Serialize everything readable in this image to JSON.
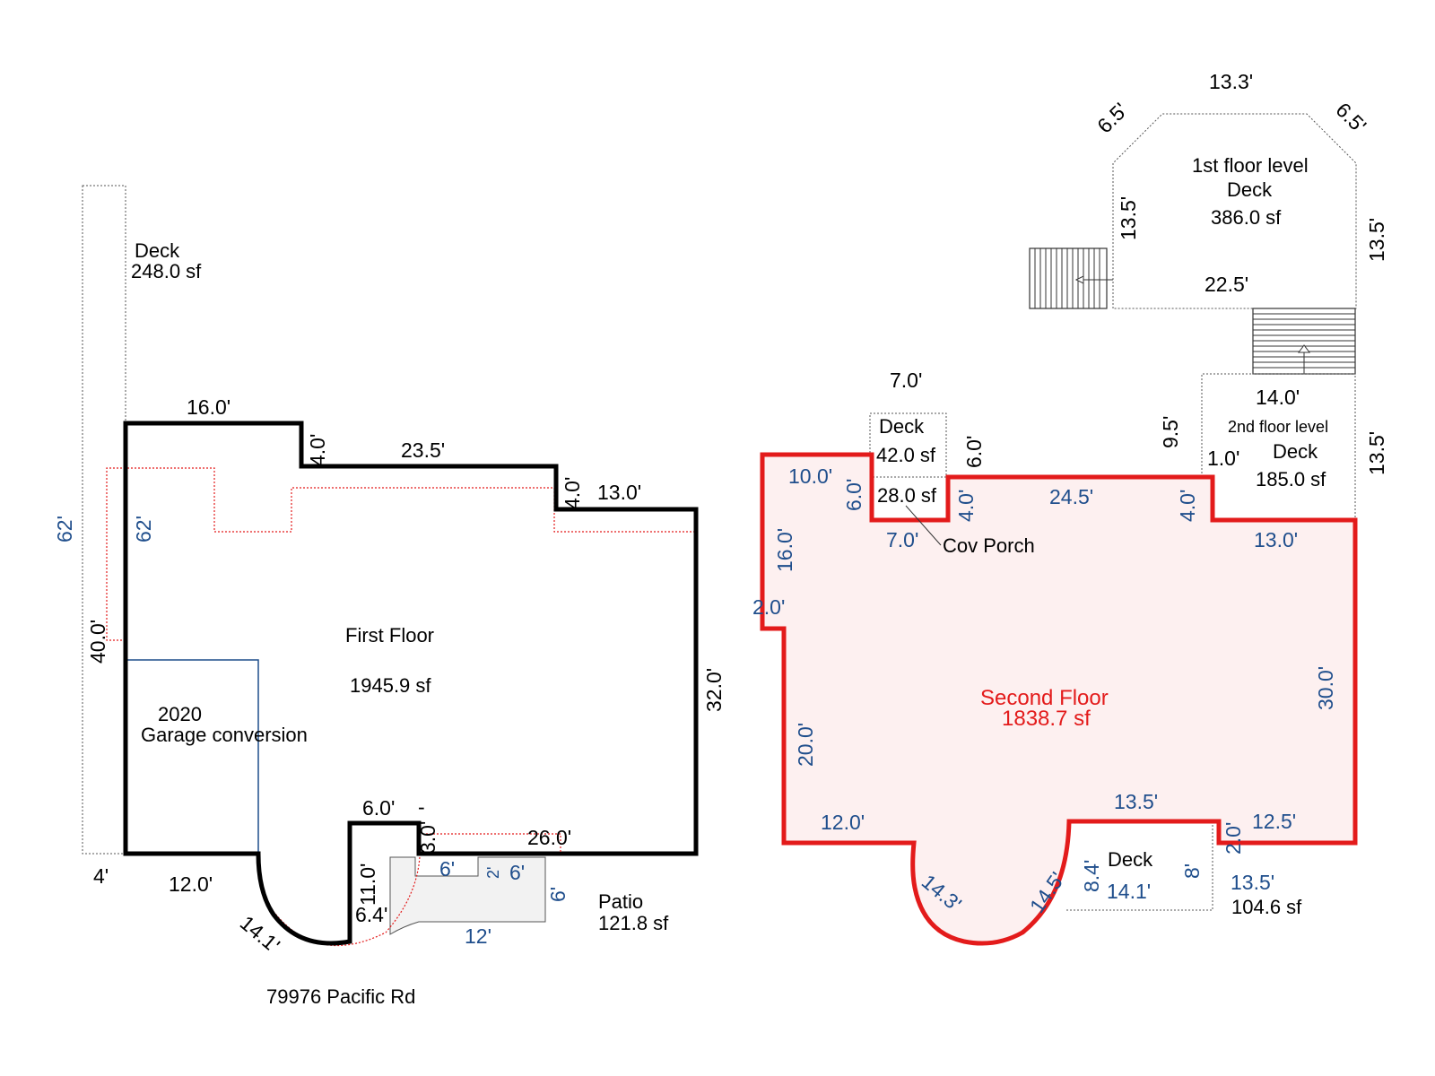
{
  "colors": {
    "first_floor_wall": "#000000",
    "second_floor_wall": "#e31b1b",
    "second_floor_fill": "#fdf0f0",
    "upper_outline": "#e31b1b",
    "blue_dimension": "#1f4e8c",
    "garage_outline": "#1f4e8c",
    "deck_outline": "#555555",
    "patio_fill": "#f2f2f2"
  },
  "address": "79976 Pacific Rd",
  "first_floor": {
    "title": "First Floor",
    "area": "1945.9 sf",
    "deck": {
      "name": "Deck",
      "area": "248.0 sf"
    },
    "garage": {
      "year": "2020",
      "name": "Garage conversion"
    },
    "patio": {
      "name": "Patio",
      "area": "121.8 sf"
    },
    "dims": {
      "top_left": "16.0'",
      "step1": "4.0'",
      "top_mid": "23.5'",
      "step2": "4.0'",
      "top_right": "13.0'",
      "right": "32.0'",
      "bottom_right": "26.0'",
      "left_40": "40.0'",
      "bottom_left": "12.0'",
      "arc": "14.1'",
      "notch_top": "6.0'",
      "notch_side": "3.0'",
      "notch_dash": "-",
      "notch_height": "11.0'",
      "arc_small": "6.4'",
      "deck_4": "4'",
      "blue_62_outer": "62'",
      "blue_62_inner": "62'",
      "patio_6a": "6'",
      "patio_2": "2'",
      "patio_6b": "6'",
      "patio_6c": "6'",
      "patio_12": "12'"
    }
  },
  "second_floor": {
    "title": "Second Floor",
    "area": "1838.7 sf",
    "deck_top": {
      "line1": "1st floor level",
      "line2": "Deck",
      "area": "386.0 sf"
    },
    "deck_2nd": {
      "line1": "2nd floor level",
      "line2": "Deck",
      "area": "185.0 sf"
    },
    "deck_small": {
      "name": "Deck",
      "area": "42.0 sf"
    },
    "porch": {
      "area": "28.0 sf",
      "name": "Cov Porch"
    },
    "deck_bottom": {
      "name": "Deck",
      "area": "104.6 sf"
    },
    "dims": {
      "oct_top": "13.3'",
      "oct_diag_left": "6.5'",
      "oct_diag_right": "6.5'",
      "oct_left": "13.5'",
      "oct_right": "13.5'",
      "oct_bottom": "22.5'",
      "deck2_top": "14.0'",
      "deck2_left": "9.5'",
      "deck2_right": "13.5'",
      "deck2_small": "1.0'",
      "small_deck_top": "7.0'",
      "small_deck_side": "6.0'",
      "left_top": "10.0'",
      "left_notch": "6.0'",
      "porch_bottom": "7.0'",
      "porch_side": "4.0'",
      "top_run": "24.5'",
      "right_step": "4.0'",
      "right_top": "13.0'",
      "left_16": "16.0'",
      "left_2": "2.0'",
      "left_20": "20.0'",
      "right_30": "30.0'",
      "bottom_left": "12.0'",
      "arc_left": "14.3'",
      "arc_right": "14.5'",
      "bottom_mid": "13.5'",
      "bottom_step": "2.0'",
      "bottom_right": "12.5'",
      "deck_side": "8.4'",
      "deck_bottom": "14.1'",
      "deck_right": "8'",
      "deck_width": "13.5'"
    }
  }
}
